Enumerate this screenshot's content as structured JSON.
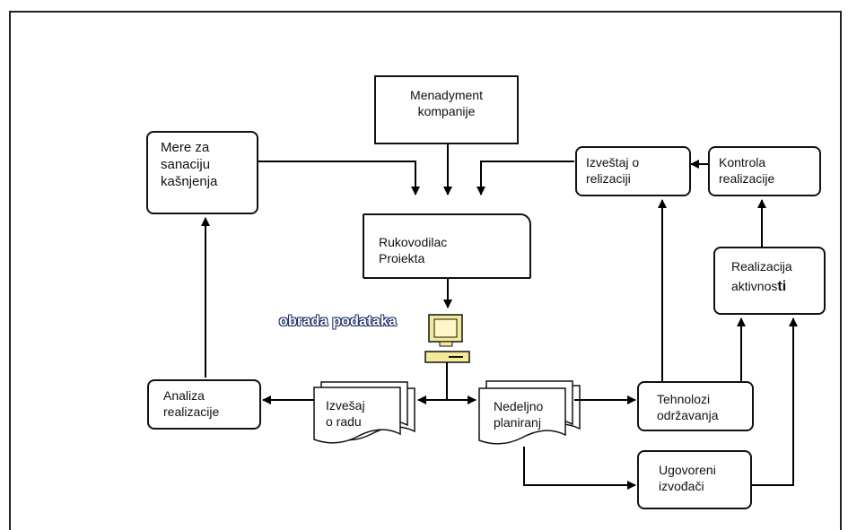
{
  "nodes": {
    "menadzment": [
      "Menadyment",
      "kompanije"
    ],
    "mere": [
      "Mere za",
      "sanaciju",
      "kašnjenja"
    ],
    "rukovodilac": [
      "Rukovodilac",
      "Proiekta"
    ],
    "izvestaj_relizaciji": [
      "Izveštaj o",
      "relizaciji"
    ],
    "kontrola": [
      "Kontrola",
      "realizacije"
    ],
    "realizacija_line1": "Realizacija",
    "realizacija_line2_main": "aktivnos",
    "realizacija_line2_tail": "ti",
    "obrada": "obrada podataka",
    "analiza": [
      "Analiza",
      "realizacije"
    ],
    "izvesaj_radu": [
      "Izvešaj",
      "o radu"
    ],
    "nedeljno": [
      "Nedeljno",
      "planiranj"
    ],
    "tehnolozi": [
      "Tehnolozi",
      "održavanja"
    ],
    "ugovoreni": [
      "Ugovoreni",
      "izvođači"
    ]
  },
  "icons": [
    "computer-icon"
  ]
}
